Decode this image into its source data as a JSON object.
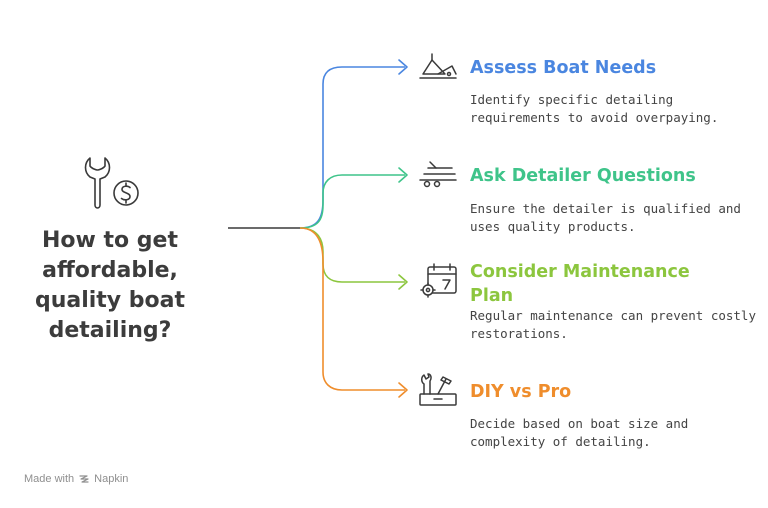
{
  "central_question": "How to get affordable, quality boat detailing?",
  "branches": [
    {
      "title": "Assess Boat Needs",
      "description": "Identify specific detailing requirements to avoid overpaying.",
      "color": "#4a86e0",
      "icon": "boat-ramp-icon"
    },
    {
      "title": "Ask Detailer Questions",
      "description": "Ensure the detailer is qualified and uses quality products.",
      "color": "#3fc48a",
      "icon": "boat-trailer-icon"
    },
    {
      "title": "Consider Maintenance Plan",
      "description": "Regular maintenance can prevent costly restorations.",
      "color": "#8cc63e",
      "icon": "calendar-gear-icon"
    },
    {
      "title": "DIY vs Pro",
      "description": "Decide based on boat size and complexity of detailing.",
      "color": "#ef8d2c",
      "icon": "toolbox-icon"
    }
  ],
  "central_icon": "wrench-dollar-icon",
  "footer": {
    "made_with": "Made with",
    "brand": "Napkin"
  }
}
